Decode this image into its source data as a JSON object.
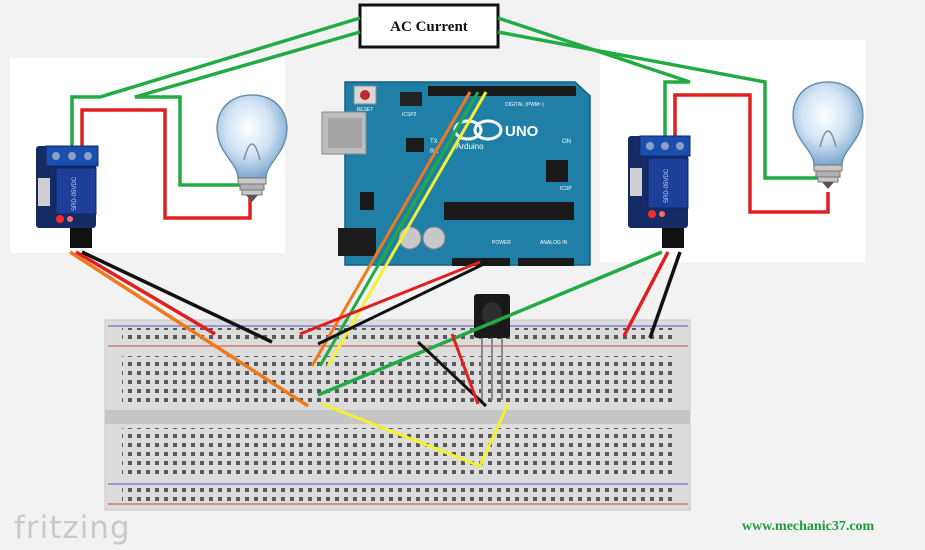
{
  "title": "AC Current",
  "watermark": "fritzing",
  "website": "www.mechanic37.com",
  "arduino": {
    "model": "UNO",
    "brand": "Arduino",
    "reset_label": "RESET",
    "icsp_label": "ICSP2",
    "digital_label": "DIGITAL (PWM~)",
    "on_label": "ON",
    "tx_label": "TX",
    "rx_label": "RX",
    "power_label": "POWER",
    "analog_label": "ANALOG IN",
    "icsp_right": "ICSP"
  },
  "colors": {
    "wire_green": "#22aa44",
    "wire_red": "#e02020",
    "wire_black": "#111111",
    "wire_orange": "#f07a1a",
    "wire_yellow": "#f2f230",
    "board": "#1f7fa6",
    "relay": "#1d3f9a"
  }
}
